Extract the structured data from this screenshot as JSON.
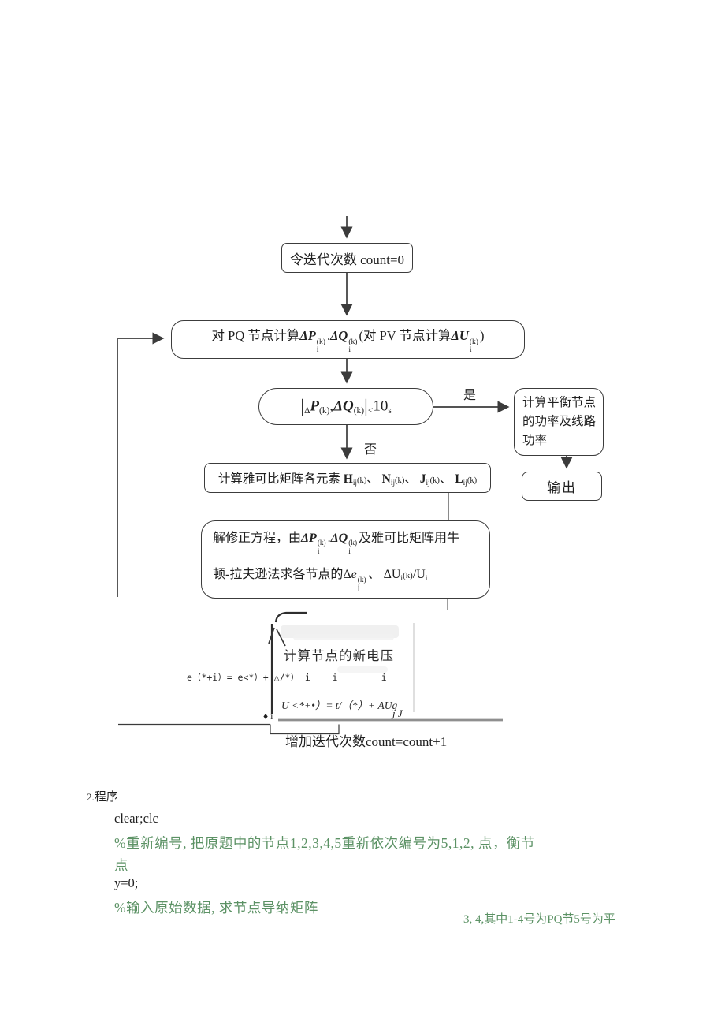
{
  "colors": {
    "line": "#3b3b3b",
    "text": "#1f1f1f",
    "comment_green": "#5c9265",
    "scan_gray": "#8f8f8f"
  },
  "flowchart": {
    "start_label": "令迭代次数 count=0",
    "compute_segments": [
      {
        "t": "对 PQ 节点计算"
      },
      {
        "t": "ΔP",
        "s": "ib"
      },
      {
        "stack": {
          "up": "(k)",
          "dn": "i"
        }
      },
      {
        "t": "."
      },
      {
        "t": "ΔQ",
        "s": "ib"
      },
      {
        "stack": {
          "up": "(k)",
          "dn": "i"
        }
      },
      {
        "t": "(对 PV 节点计算"
      },
      {
        "t": "ΔU",
        "s": "ib"
      },
      {
        "stack": {
          "up": "(k)",
          "dn": "i"
        }
      },
      {
        "t": ")"
      }
    ],
    "decision_segments": [
      {
        "t": "|",
        "s": "bar"
      },
      {
        "t": "Δ",
        "s": "sub"
      },
      {
        "t": "P",
        "s": "ib"
      },
      {
        "t": "(k)",
        "s": "sub"
      },
      {
        "t": ","
      },
      {
        "t": "ΔQ",
        "s": "ib"
      },
      {
        "t": "(k)",
        "s": "sub"
      },
      {
        "t": "|",
        "s": "bar"
      },
      {
        "t": "<",
        "s": "sub"
      },
      {
        "t": "10"
      },
      {
        "t": "s",
        "s": "sub"
      }
    ],
    "yes_label": "是",
    "no_label": "否",
    "balance_lines": {
      "l1": "计算平衡节点",
      "l2": "的功率及线路",
      "l3": "功率"
    },
    "output_label": "输出",
    "jacobian_segments": [
      {
        "t": "计算雅可比矩阵各元素 "
      },
      {
        "t": "H",
        "s": "b"
      },
      {
        "t": "ij",
        "s": "sub"
      },
      {
        "t": "(k)",
        "s": "small"
      },
      {
        "t": "、 "
      },
      {
        "t": "N",
        "s": "b"
      },
      {
        "t": "ij",
        "s": "sub"
      },
      {
        "t": "(k)",
        "s": "small"
      },
      {
        "t": "、 "
      },
      {
        "t": "J",
        "s": "b"
      },
      {
        "t": "ij",
        "s": "sub"
      },
      {
        "t": "(k)",
        "s": "small"
      },
      {
        "t": "、 "
      },
      {
        "t": "L",
        "s": "b"
      },
      {
        "t": "ij",
        "s": "sub"
      },
      {
        "t": "(k)",
        "s": "small"
      }
    ],
    "correction_line1": [
      {
        "t": "解修正方程，由"
      },
      {
        "t": "ΔP",
        "s": "ib"
      },
      {
        "stack": {
          "up": "(k)",
          "dn": "i"
        }
      },
      {
        "t": "."
      },
      {
        "t": "ΔQ",
        "s": "ib"
      },
      {
        "stack": {
          "up": "(k)",
          "dn": "i"
        }
      },
      {
        "t": "及雅可比矩阵用牛"
      }
    ],
    "correction_line2": [
      {
        "t": "顿-拉夫逊法求各节点的"
      },
      {
        "t": "Δ"
      },
      {
        "t": "e",
        "s": "i"
      },
      {
        "stack": {
          "up": "(k)",
          "dn": "j"
        }
      },
      {
        "t": "、 "
      },
      {
        "t": "ΔU"
      },
      {
        "t": "i",
        "s": "sub"
      },
      {
        "t": "(k)",
        "s": "small"
      },
      {
        "t": "/U"
      },
      {
        "t": "i",
        "s": "sub"
      }
    ],
    "voltage": {
      "title": "计算节点的新电压",
      "eq1": "e（*+i）= e<*）+ △/*） i    i        i",
      "eq2": "U <*+•）= t/（*）+ AUg",
      "marker_left": "♦ i",
      "marker_right": "j J"
    },
    "count_label": "增加迭代次数count=count+1"
  },
  "code_section": {
    "heading_num": "2.",
    "heading": "程序",
    "lines": [
      {
        "text": "clear;clc",
        "type": "code"
      },
      {
        "text": "%重新编号, 把原题中的节点1,2,3,4,5重新依次编号为5,1,2, 点，衡节",
        "type": "comment"
      },
      {
        "text": "点",
        "type": "comment"
      },
      {
        "text": "y=0;",
        "type": "code"
      },
      {
        "text": "%输入原始数据, 求节点导纳矩阵",
        "type": "comment"
      }
    ],
    "floating_comment": "3, 4,其中1-4号为PQ节5号为平"
  }
}
